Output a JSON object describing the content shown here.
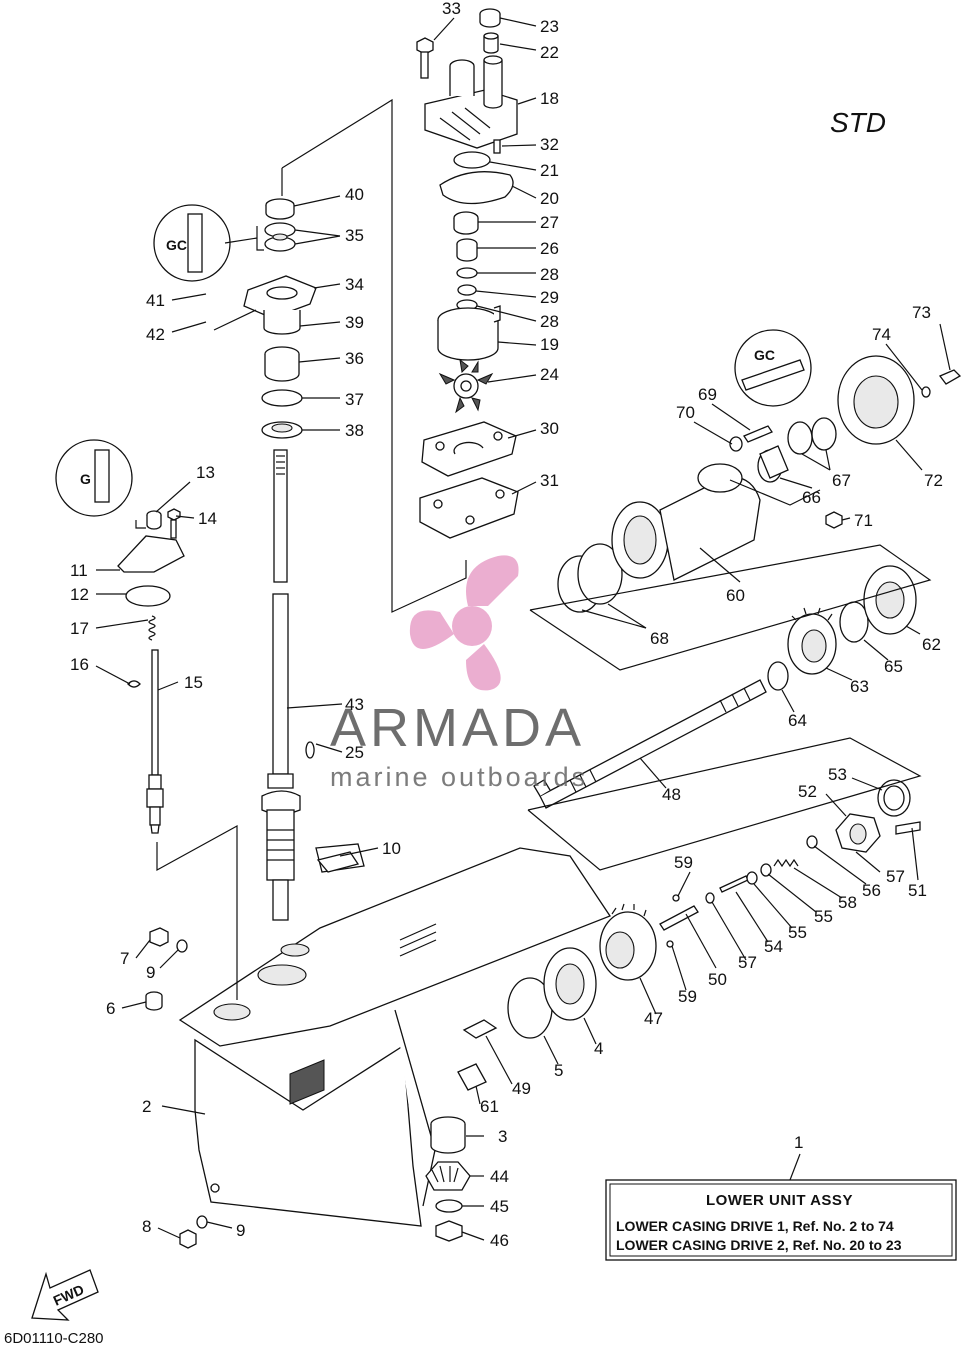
{
  "diagram": {
    "variant_label": "STD",
    "drawing_code": "6D01110-C280",
    "fwd_label": "FWD",
    "watermark": {
      "title": "ARMADA",
      "subtitle": "marine outboards",
      "logo_color": "#e8a0c8"
    },
    "legend": {
      "number": "1",
      "title": "LOWER  UNIT  ASSY",
      "line1": "LOWER CASING DRIVE 1,  Ref. No. 2 to 74",
      "line2": "LOWER CASING DRIVE 2,  Ref. No. 20 to 23"
    },
    "callouts": [
      "33",
      "23",
      "22",
      "18",
      "32",
      "21",
      "20",
      "27",
      "26",
      "28",
      "29",
      "28",
      "19",
      "24",
      "30",
      "31",
      "40",
      "35",
      "34",
      "39",
      "36",
      "37",
      "38",
      "41",
      "42",
      "13",
      "14",
      "11",
      "12",
      "17",
      "16",
      "15",
      "43",
      "25",
      "10",
      "7",
      "9",
      "6",
      "2",
      "8",
      "9",
      "73",
      "74",
      "69",
      "70",
      "67",
      "72",
      "66",
      "71",
      "60",
      "68",
      "62",
      "65",
      "63",
      "64",
      "48",
      "53",
      "52",
      "57",
      "56",
      "51",
      "58",
      "55",
      "55",
      "54",
      "57",
      "59",
      "50",
      "59",
      "47",
      "4",
      "5",
      "49",
      "61",
      "3",
      "44",
      "45",
      "46"
    ],
    "sealant_callouts": [
      "sealant-callout-upper",
      "sealant-callout-left",
      "sealant-callout-right"
    ]
  }
}
